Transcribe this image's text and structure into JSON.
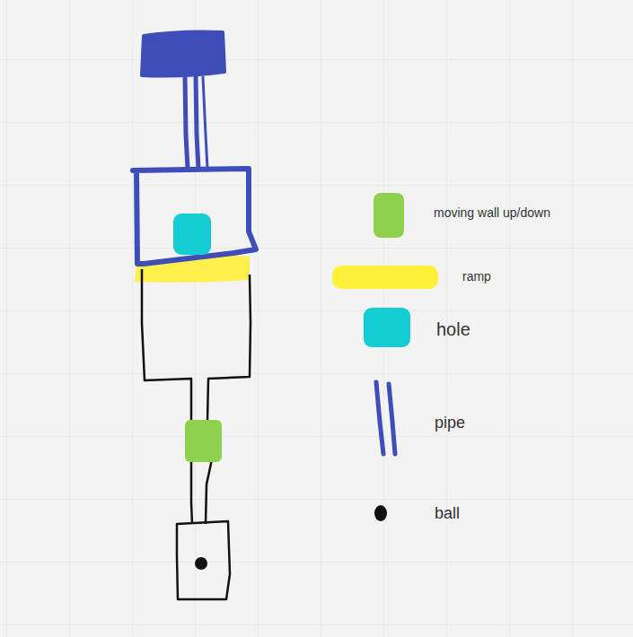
{
  "diagram": {
    "legend": [
      {
        "text": "moving wall up/down",
        "color": "#8fd14f"
      },
      {
        "text": "ramp",
        "color": "#fff03a"
      },
      {
        "text": "hole",
        "color": "#12cdd4"
      },
      {
        "text": "pipe"
      },
      {
        "text": "ball"
      }
    ]
  }
}
